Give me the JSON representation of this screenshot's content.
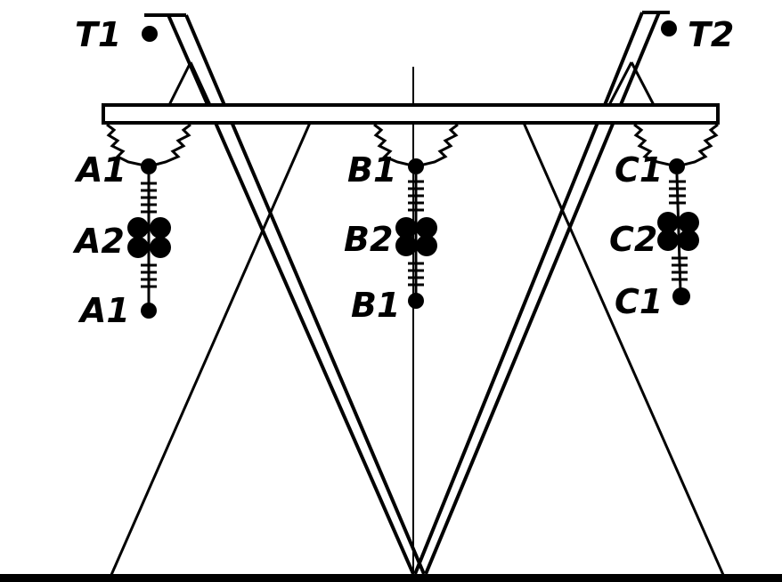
{
  "labels": {
    "t1": "T1",
    "t2": "T2",
    "a1_top": "A1",
    "a2": "A2",
    "a1_bottom": "A1",
    "b1_top": "B1",
    "b2": "B2",
    "b1_bottom": "B1",
    "c1_top": "C1",
    "c2": "C2",
    "c1_bottom": "C1"
  }
}
